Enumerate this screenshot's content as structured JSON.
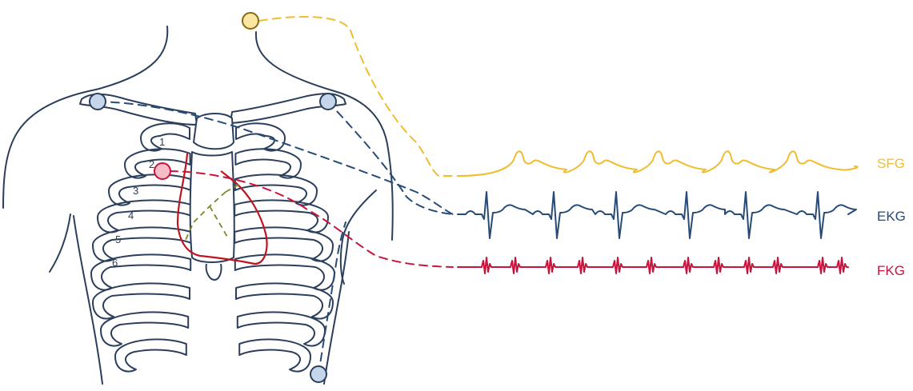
{
  "colors": {
    "outline": "#2b3f5c",
    "sfg": "#efbd2e",
    "ekg": "#264b77",
    "fkg": "#c8143c",
    "heart": "#c0141e",
    "heart_axis": "#7a8a2a",
    "electrode_fill": "#c5d6ea",
    "electrode_stroke": "#2b3f5c",
    "sfg_sensor_fill": "#fbe6a2",
    "sfg_sensor_stroke": "#8a6a10",
    "fkg_sensor_fill": "#f6bcc8",
    "fkg_sensor_stroke": "#c8143c"
  },
  "icons": {
    "sfg_sensor": "circle",
    "ekg_electrode": "circle",
    "fkg_sensor": "circle"
  },
  "signals": [
    {
      "id": "sfg",
      "label": "SFG"
    },
    {
      "id": "ekg",
      "label": "EKG"
    },
    {
      "id": "fkg",
      "label": "FKG"
    }
  ],
  "ribs": {
    "numbers": [
      "1",
      "2",
      "3",
      "4",
      "5",
      "6"
    ]
  }
}
